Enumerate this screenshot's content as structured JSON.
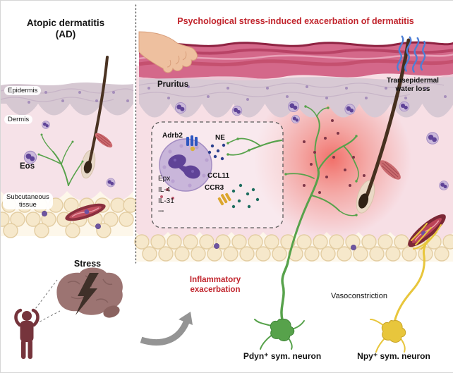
{
  "figure": {
    "left_panel": {
      "title": "Atopic dermatitis",
      "title_sub": "(AD)",
      "layer_labels": {
        "epidermis": "Epidermis",
        "dermis": "Dermis",
        "subcutaneous_line1": "Subcutaneous",
        "subcutaneous_line2": "tissue"
      },
      "eos_label": "Eos"
    },
    "right_panel": {
      "title": "Psychological stress-induced exacerbation of dermatitis",
      "pruritus_label": "Pruritus",
      "tewl_line1": "Transepidermal",
      "tewl_line2": "water loss",
      "inset": {
        "adrb2": "Adrb2",
        "ne": "NE",
        "epx": "Epx",
        "il4": "IL-4",
        "il31": "IL-31",
        "more": "...",
        "ccl11": "CCL11",
        "ccr3": "CCR3"
      }
    },
    "bottom": {
      "stress_label": "Stress",
      "inflammatory_line1": "Inflammatory",
      "inflammatory_line2": "exacerbation",
      "vasoconstriction_label": "Vasoconstriction",
      "pdyn_label": "Pdyn⁺ sym. neuron",
      "npy_label": "Npy⁺ sym. neuron"
    },
    "icons": {
      "brain": "brain-icon",
      "lightning": "lightning-bolt-icon",
      "person": "stressed-person-icon",
      "hand": "scratching-hand-icon",
      "water_loss": "water-loss-waves-icon",
      "arrow": "curved-arrow-icon"
    },
    "colors": {
      "title_red": "#c1242c",
      "nerve_green": "#57a24b",
      "neuron_yellow": "#e8c63c",
      "brain_mauve": "#9c7472",
      "cell_lavender": "#cbb9da",
      "nucleus_purple": "#5f4397",
      "inflamed_pink": "#d4688a",
      "glow_red": "#f0453a"
    }
  }
}
